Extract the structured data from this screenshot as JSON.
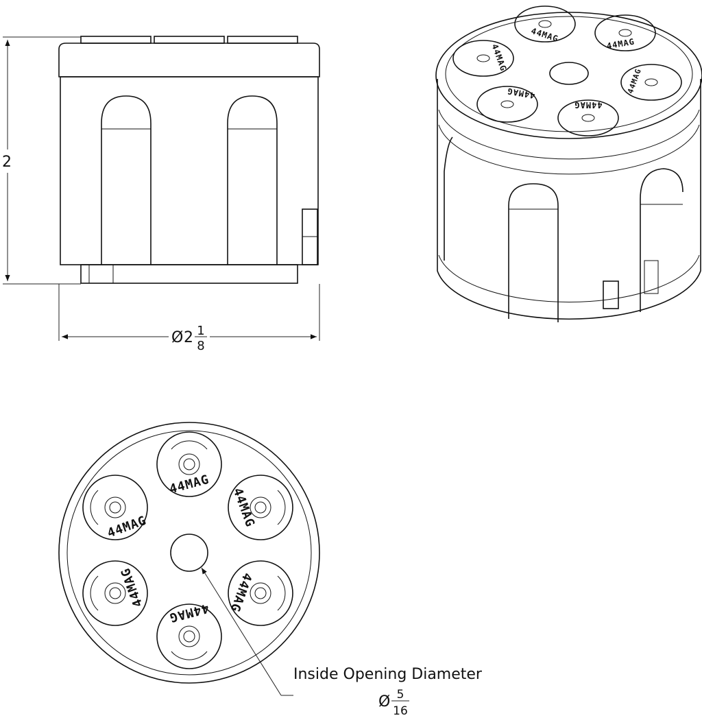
{
  "dimensions": {
    "height_value": "2",
    "diameter_symbol": "Ø",
    "diameter_whole": "2",
    "diameter_num": "1",
    "diameter_den": "8",
    "hole_symbol": "Ø",
    "hole_num": "5",
    "hole_den": "16"
  },
  "callout": {
    "label": "Inside Opening Diameter"
  },
  "stamp": {
    "text": "44MAG"
  }
}
